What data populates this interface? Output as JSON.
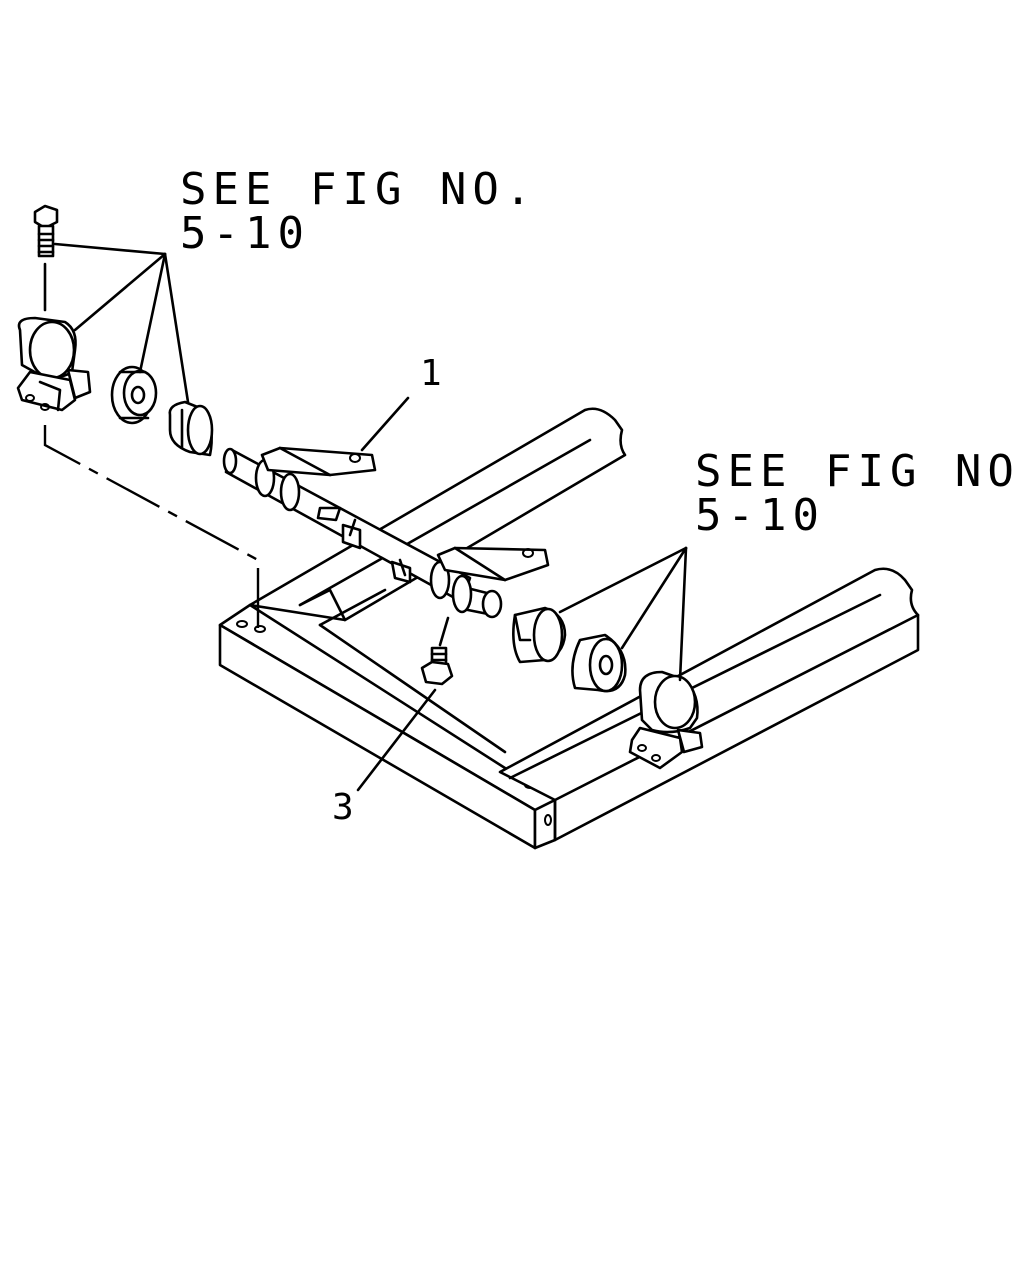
{
  "references": {
    "left": {
      "line1": "SEE FIG NO.",
      "line2": "5-10"
    },
    "right": {
      "line1": "SEE FIG NO.",
      "line2": "5-10"
    }
  },
  "callouts": {
    "tube_assembly": "1",
    "grease_nipple": "3"
  }
}
